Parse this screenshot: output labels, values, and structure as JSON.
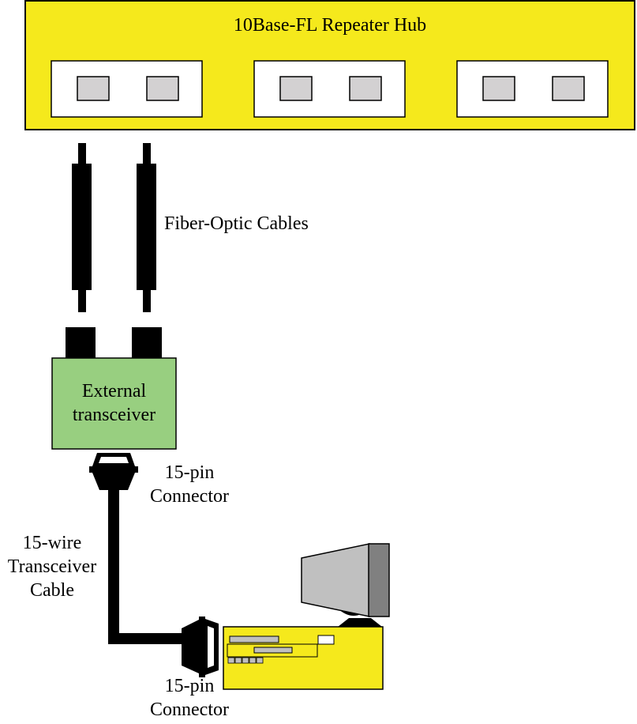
{
  "hub": {
    "title": "10Base-FL Repeater Hub"
  },
  "cables": {
    "label": "Fiber-Optic Cables"
  },
  "transceiver": {
    "line1": "External",
    "line2": "transceiver"
  },
  "connector_top": {
    "line1": "15-pin",
    "line2": "Connector"
  },
  "transceiver_cable": {
    "line1": "15-wire",
    "line2": "Transceiver",
    "line3": "Cable"
  },
  "connector_bottom": {
    "line1": "15-pin",
    "line2": "Connector"
  },
  "colors": {
    "hub": "#f5e91c",
    "transceiver": "#98cf80",
    "port": "#d3d1d2",
    "pc": "#f5e91c",
    "monitor": "#c0c0c0"
  }
}
